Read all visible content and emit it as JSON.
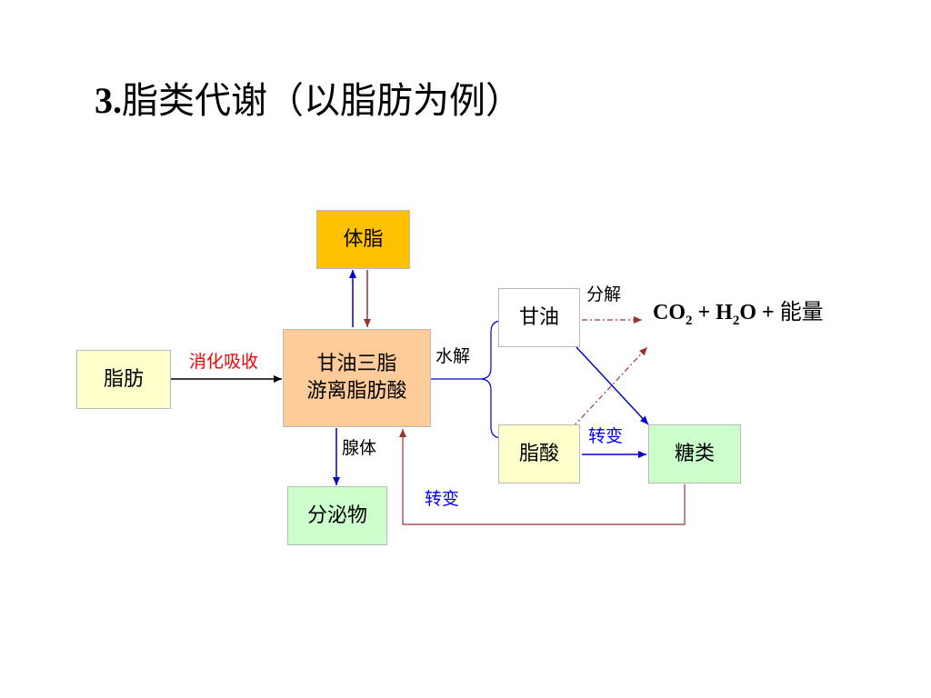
{
  "title": {
    "number": "3.",
    "text": "脂类代谢（以脂肪为例）"
  },
  "nodes": {
    "body_fat": "体脂",
    "fat": "脂肪",
    "center_line1": "甘油三脂",
    "center_line2": "游离脂肪酸",
    "glycerol": "甘油",
    "fatty_acid": "脂酸",
    "sugar": "糖类",
    "secretion": "分泌物"
  },
  "labels": {
    "digest_absorb": "消化吸收",
    "hydrolysis": "水解",
    "decompose": "分解",
    "convert_1": "转变",
    "convert_2": "转变",
    "gland": "腺体"
  },
  "formula": {
    "co": "CO",
    "co_sub": "2",
    "plus1": " + H",
    "h_sub": "2",
    "o": "O + ",
    "energy": "能量"
  },
  "colors": {
    "body_fat_fill": "#FFC000",
    "yellow_fill": "#FFFFCC",
    "center_fill": "#FFCC99",
    "green_fill": "#CCFFCC",
    "blue_arrow": "#0000CC",
    "darkred_arrow": "#993333",
    "red_label": "#FF0000",
    "blue_label": "#0000FF"
  }
}
